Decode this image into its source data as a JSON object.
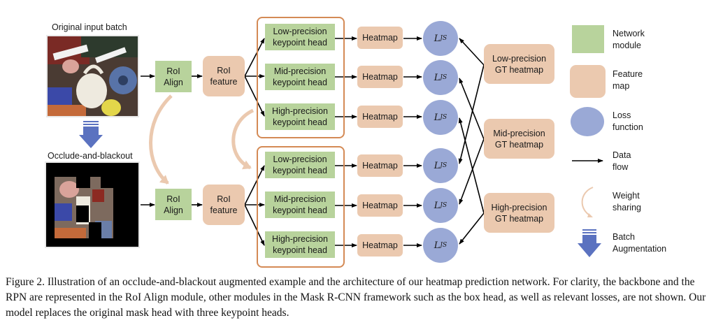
{
  "images": {
    "original_title": "Original input batch",
    "occluded_title": "Occlude-and-blackout"
  },
  "modules": {
    "roi_align": "RoI\nAlign",
    "roi_feature": "RoI\nfeature",
    "heads": [
      "Low-precision\nkeypoint head",
      "Mid-precision\nkeypoint head",
      "High-precision\nkeypoint head"
    ],
    "heatmap": "Heatmap",
    "loss_symbol": "L",
    "loss_subscript": "JS",
    "gt_heatmaps": [
      "Low-precision\nGT heatmap",
      "Mid-precision\nGT heatmap",
      "High-precision\nGT heatmap"
    ]
  },
  "legend": {
    "items": [
      {
        "icon": "green-square",
        "label": "Network\nmodule"
      },
      {
        "icon": "tan-rounded-square",
        "label": "Feature\nmap"
      },
      {
        "icon": "blue-ellipse",
        "label": "Loss\nfunction"
      },
      {
        "icon": "black-arrow",
        "label": "Data\nflow"
      },
      {
        "icon": "curved-arrow",
        "label": "Weight\nsharing"
      },
      {
        "icon": "blue-down-arrow",
        "label": "Batch\nAugmentation"
      }
    ]
  },
  "colors": {
    "network_module": "#b8d39c",
    "feature_map": "#ebc9af",
    "loss_function": "#9aa9d6",
    "group_border": "#d48a55",
    "weight_sharing": "#ebc9af",
    "batch_augmentation": "#5b72c0"
  },
  "caption": "Figure 2. Illustration of an occlude-and-blackout augmented example and the architecture of our heatmap prediction network. For clarity, the backbone and the RPN are represented in the RoI Align module, other modules in the Mask R-CNN framework such as the box head, as well as relevant losses, are not shown. Our model replaces the original mask head with three keypoint heads."
}
